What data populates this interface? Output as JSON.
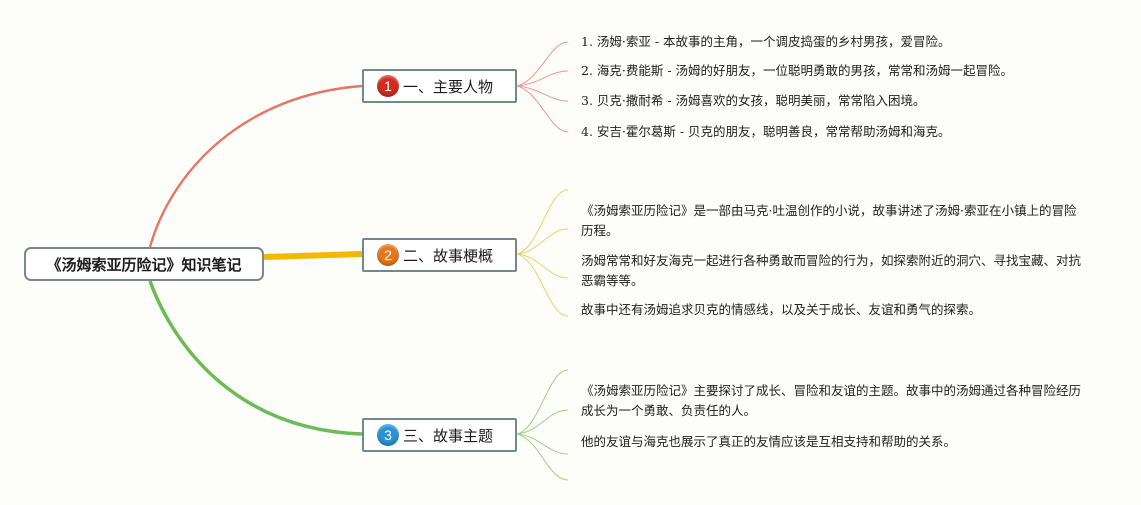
{
  "colors": {
    "branch1": "#e87466",
    "branch2": "#f5b800",
    "branch3": "#6dbb57"
  },
  "root": {
    "title": "《汤姆索亚历险记》知识笔记"
  },
  "branches": [
    {
      "number": "1",
      "label": "一、主要人物",
      "badge_color": "#d42b1e",
      "items": [
        "1. 汤姆·索亚 - 本故事的主角，一个调皮捣蛋的乡村男孩，爱冒险。",
        "2. 海克·费能斯 - 汤姆的好朋友，一位聪明勇敢的男孩，常常和汤姆一起冒险。",
        "3. 贝克·撒耐希 - 汤姆喜欢的女孩，聪明美丽，常常陷入困境。",
        "4. 安吉·霍尔葛斯 - 贝克的朋友，聪明善良，常常帮助汤姆和海克。"
      ]
    },
    {
      "number": "2",
      "label": "二、故事梗概",
      "badge_color": "#e4781f",
      "items": [
        "《汤姆索亚历险记》是一部由马克·吐温创作的小说，故事讲述了汤姆·索亚在小镇上的冒险历程。",
        "汤姆常常和好友海克一起进行各种勇敢而冒险的行为，如探索附近的洞穴、寻找宝藏、对抗恶霸等等。",
        "故事中还有汤姆追求贝克的情感线，以及关于成长、友谊和勇气的探索。"
      ]
    },
    {
      "number": "3",
      "label": "三、故事主题",
      "badge_color": "#2a93d5",
      "items": [
        "《汤姆索亚历险记》主要探讨了成长、冒险和友谊的主题。故事中的汤姆通过各种冒险经历成长为一个勇敢、负责任的人。",
        "他的友谊与海克也展示了真正的友情应该是互相支持和帮助的关系。"
      ]
    }
  ]
}
